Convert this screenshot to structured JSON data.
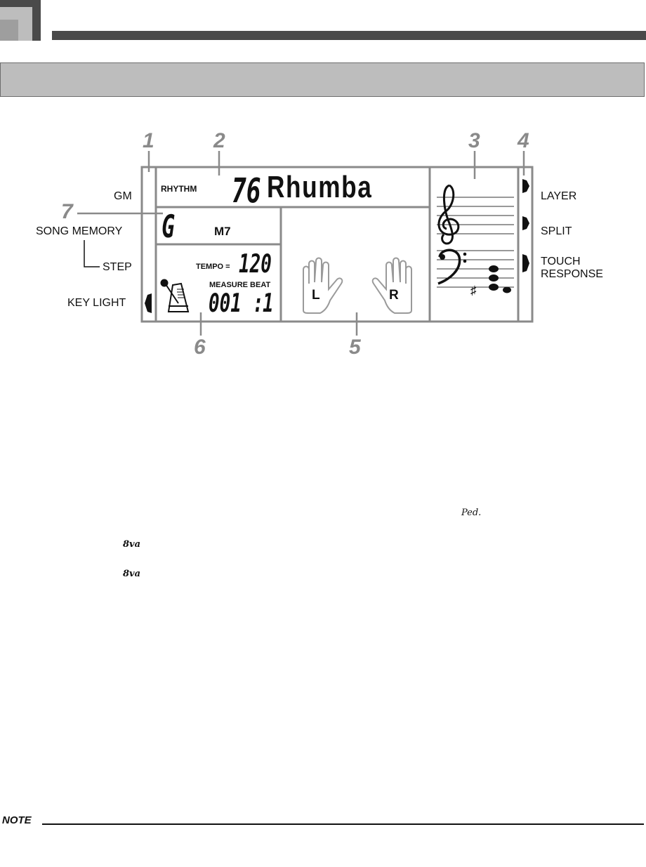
{
  "labels_left": {
    "gm": "GM",
    "song_memory": "SONG MEMORY",
    "step": "STEP",
    "key_light": "KEY LIGHT"
  },
  "labels_right": {
    "layer": "LAYER",
    "split": "SPLIT",
    "touch": "TOUCH",
    "response": "RESPONSE"
  },
  "callouts": [
    "1",
    "2",
    "3",
    "4",
    "5",
    "6",
    "7"
  ],
  "display": {
    "rhythm_label": "RHYTHM",
    "rhythm_number": "76",
    "rhythm_name": "Rhumba",
    "chord_root": "G",
    "chord_type": "M7",
    "tempo_label": "TEMPO =",
    "tempo_value": "120",
    "measure_beat_label": "MEASURE BEAT",
    "measure_value": "001",
    "beat_value": "1",
    "left_hand": "L",
    "right_hand": "R",
    "sharp_symbol": "♯"
  },
  "symbols": {
    "pedal": "Ped.",
    "octave_1": "8va",
    "octave_2": "8va"
  },
  "note": {
    "label": "NOTE"
  },
  "colors": {
    "header_dark": "#4a4a4a",
    "frame_gray": "#8a8a8a",
    "title_fill": "#bdbdbd"
  }
}
